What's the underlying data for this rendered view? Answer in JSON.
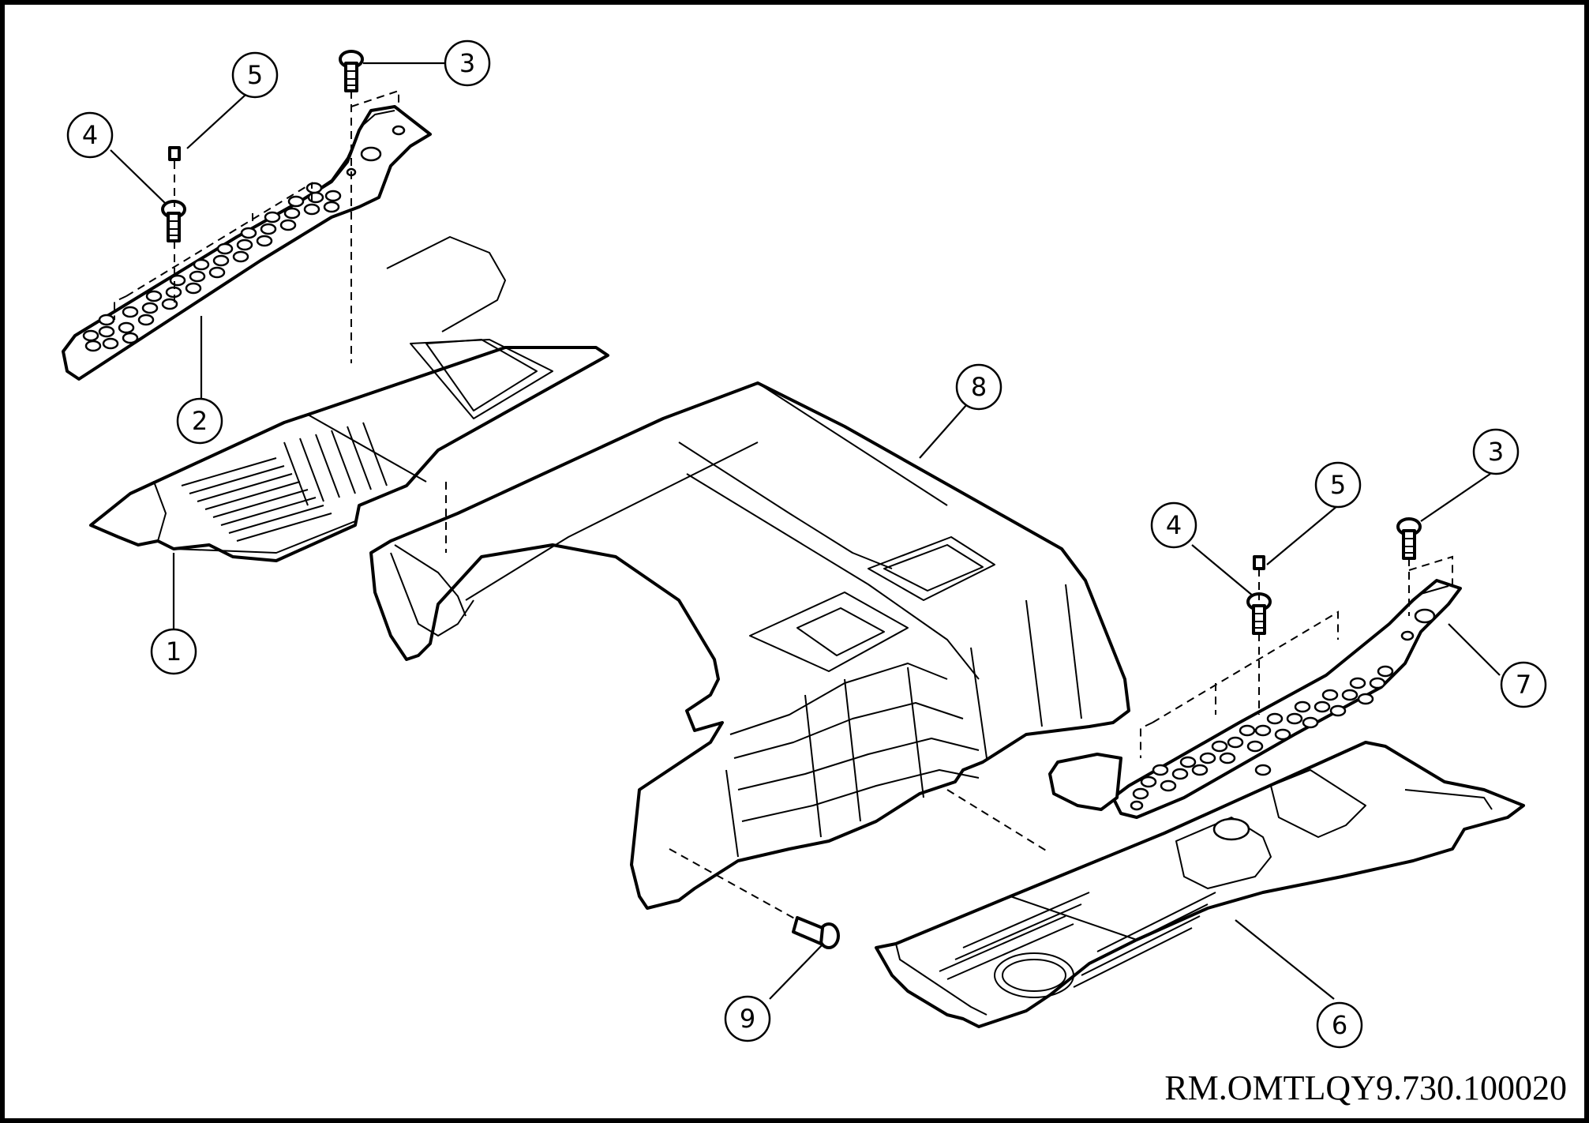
{
  "drawing": {
    "reference_code": "RM.OMTLQY9.730.100020",
    "callouts": [
      {
        "id": "c1",
        "label": "1"
      },
      {
        "id": "c2",
        "label": "2"
      },
      {
        "id": "c3a",
        "label": "3"
      },
      {
        "id": "c4a",
        "label": "4"
      },
      {
        "id": "c5a",
        "label": "5"
      },
      {
        "id": "c8",
        "label": "8"
      },
      {
        "id": "c3b",
        "label": "3"
      },
      {
        "id": "c5b",
        "label": "5"
      },
      {
        "id": "c4b",
        "label": "4"
      },
      {
        "id": "c7",
        "label": "7"
      },
      {
        "id": "c9",
        "label": "9"
      },
      {
        "id": "c6",
        "label": "6"
      }
    ]
  }
}
